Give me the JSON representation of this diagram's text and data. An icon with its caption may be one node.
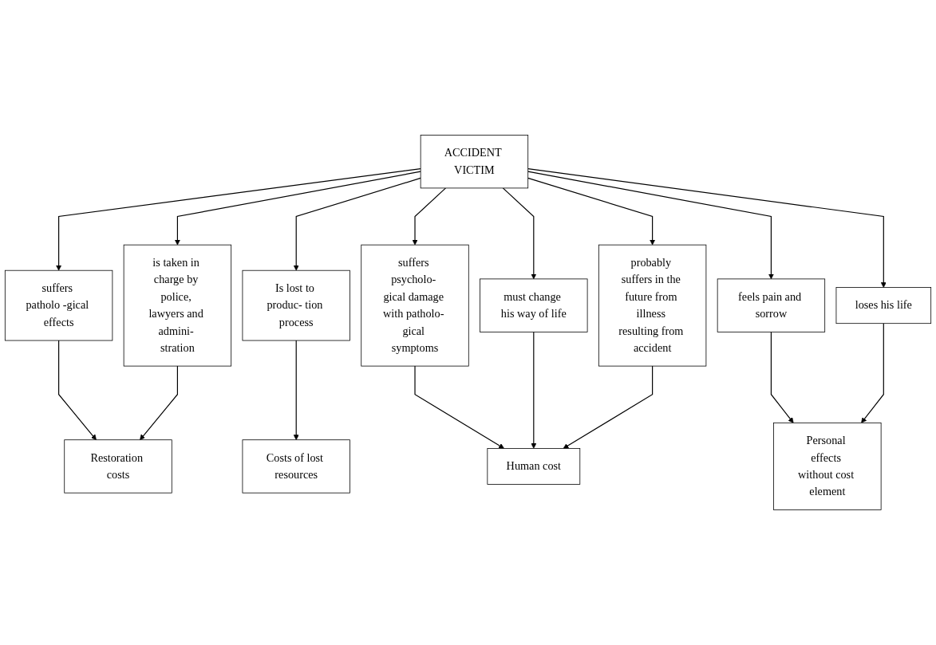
{
  "diagram": {
    "nodes": [
      {
        "text": [
          "ACCIDENT VICTIM"
        ]
      },
      {
        "text": [
          "suffers patholo -gical effects"
        ]
      },
      {
        "text": [
          "is taken in charge by police, lawyers and admini- stration"
        ]
      },
      {
        "text": [
          "Is lost to produc- tion process"
        ]
      },
      {
        "text": [
          "suffers psycholo- gical damage with patholo- gical symptoms"
        ]
      },
      {
        "text": [
          "must change his way of life"
        ]
      },
      {
        "text": [
          "probably suffers in the future from illness resulting from accident"
        ]
      },
      {
        "text": [
          "feels pain and sorrow"
        ]
      },
      {
        "text": [
          "loses his life"
        ]
      },
      {
        "text": [
          "Restoration costs"
        ]
      },
      {
        "text": [
          "Costs of lost resources"
        ]
      },
      {
        "text": [
          "Human cost"
        ]
      },
      {
        "text": [
          "Personal effects without cost element"
        ]
      }
    ],
    "edges": [
      {
        "from": 0,
        "to": 1,
        "arrow": "to"
      },
      {
        "from": 0,
        "to": 2,
        "arrow": "to"
      },
      {
        "from": 0,
        "to": 3,
        "arrow": "to"
      },
      {
        "from": 0,
        "to": 4,
        "arrow": "to"
      },
      {
        "from": 0,
        "to": 5,
        "arrow": "to"
      },
      {
        "from": 0,
        "to": 6,
        "arrow": "to"
      },
      {
        "from": 0,
        "to": 7,
        "arrow": "to"
      },
      {
        "from": 0,
        "to": 8,
        "arrow": "to"
      },
      {
        "from": 1,
        "to": 9,
        "arrow": "to"
      },
      {
        "from": 2,
        "to": 9,
        "arrow": "to"
      },
      {
        "from": 3,
        "to": 10,
        "arrow": "to"
      },
      {
        "from": 4,
        "to": 11,
        "arrow": "to"
      },
      {
        "from": 5,
        "to": 11,
        "arrow": "to"
      },
      {
        "from": 6,
        "to": 11,
        "arrow": "to"
      },
      {
        "from": 7,
        "to": 12,
        "arrow": "to"
      },
      {
        "from": 8,
        "to": 12,
        "arrow": "to"
      }
    ]
  }
}
